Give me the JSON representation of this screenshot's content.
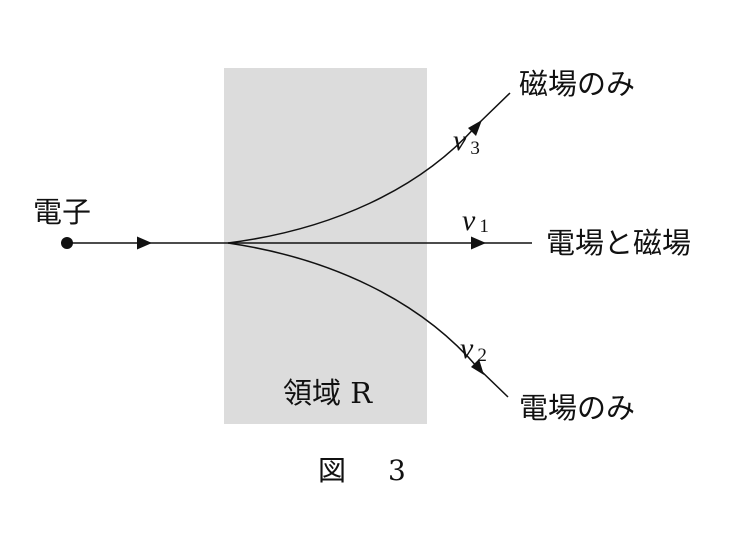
{
  "labels": {
    "electron": "電子",
    "region": "領域 R",
    "both_fields": "電場と磁場",
    "magnetic_only": "磁場のみ",
    "electric_only": "電場のみ"
  },
  "velocities": {
    "v1": {
      "symbol": "v",
      "subscript": "1"
    },
    "v2": {
      "symbol": "v",
      "subscript": "2"
    },
    "v3": {
      "symbol": "v",
      "subscript": "3"
    }
  },
  "figure": {
    "caption_prefix": "図",
    "caption_number": "3"
  },
  "colors": {
    "region_fill": "#dcdcdc",
    "line": "#111111"
  }
}
